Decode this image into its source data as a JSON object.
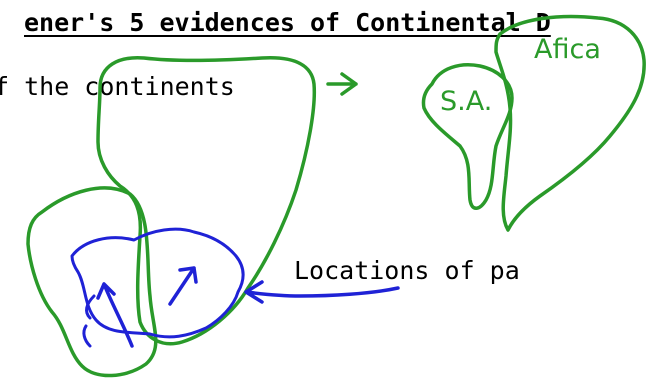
{
  "document": {
    "title": "ener's 5 evidences of Continental D",
    "lines": [
      "f the continents",
      "Locations of pa"
    ]
  },
  "annotations": {
    "labels": [
      "S.A.",
      "Afica"
    ],
    "ink_colors": {
      "green": "#2a9a2a",
      "blue": "#1f22d6"
    }
  }
}
